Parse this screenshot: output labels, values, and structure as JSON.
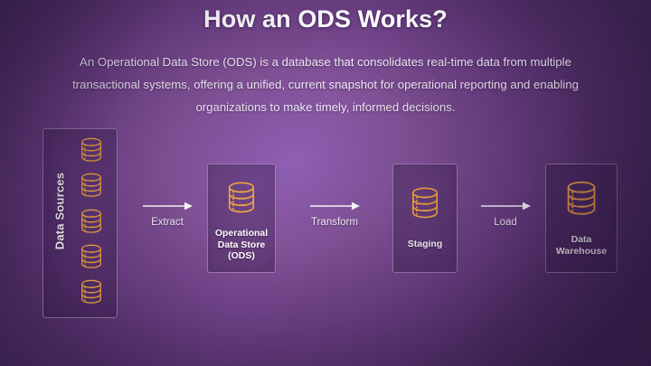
{
  "slide": {
    "title": "How an ODS Works?",
    "subtitle": "An Operational Data Store (ODS) is a database that consolidates real-time data from multiple transactional systems, offering a unified, current snapshot for operational reporting and enabling organizations to make timely, informed decisions."
  },
  "colors": {
    "icon_orange": "#F5A93F",
    "text_white": "#FFFFFF",
    "bg_center": "#8F5FB4",
    "bg_edge": "#3A2050",
    "card_border": "rgba(226,213,240,0.42)"
  },
  "diagram": {
    "sources": {
      "label": "Data Sources",
      "icon": "database-cylinder-icon",
      "icon_count": 5
    },
    "nodes": [
      {
        "id": "ods",
        "label": "Operational\nData Store\n(ODS)",
        "icon": "database-cylinder-icon"
      },
      {
        "id": "staging",
        "label": "Staging",
        "icon": "database-cylinder-icon"
      },
      {
        "id": "dw",
        "label": "Data\nWarehouse",
        "icon": "database-cylinder-icon"
      }
    ],
    "arrows": [
      {
        "id": "extract",
        "label": "Extract",
        "icon": "arrow-right-icon"
      },
      {
        "id": "transform",
        "label": "Transform",
        "icon": "arrow-right-icon"
      },
      {
        "id": "load",
        "label": "Load",
        "icon": "arrow-right-icon"
      }
    ]
  }
}
